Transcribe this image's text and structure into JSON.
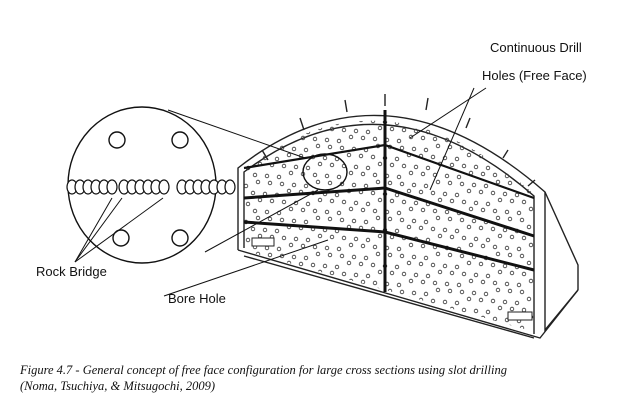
{
  "labels": {
    "continuous_drill_line1": "Continuous Drill",
    "continuous_drill_line2": "Holes (Free Face)",
    "rock_bridge": "Rock Bridge",
    "bore_hole": "Bore Hole"
  },
  "caption": {
    "line1": "Figure 4.7 - General concept of free face configuration for large cross sections using slot drilling",
    "line2": "(Noma, Tsuchiya, & Mitsugochi, 2009)"
  }
}
